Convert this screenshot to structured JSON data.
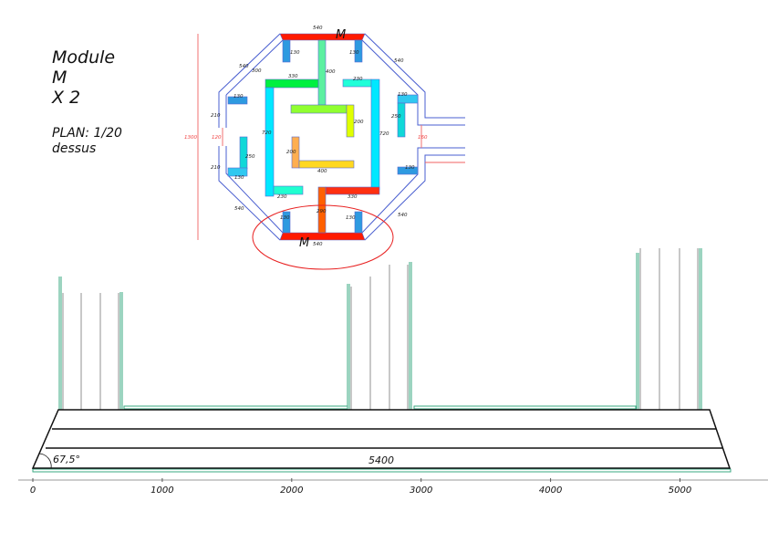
{
  "title": {
    "line1": "Module",
    "line2": "M",
    "line3": "X 2",
    "scale": "PLAN: 1/20",
    "view": "dessus"
  },
  "plan": {
    "module_label_top": "M",
    "module_label_bottom": "M",
    "dims": {
      "top": "540",
      "bottom": "540",
      "diag_tl": "540",
      "diag_tl_inner": "300",
      "diag_tr": "540",
      "diag_bl": "540",
      "diag_br": "540",
      "post_tl": "130",
      "post_tr": "130",
      "post_bl": "130",
      "post_br": "130",
      "center_vertical": "400",
      "green_left": "330",
      "cyan_right_top": "230",
      "yellow": "200",
      "gold": "400",
      "orange": "200",
      "teal_bottom": "230",
      "red_right": "330",
      "red_vertical": "290",
      "cyan_left": "720",
      "cyan_right": "720",
      "left_top": "130",
      "left_210_top": "210",
      "left_210_bottom": "210",
      "left_teal": "250",
      "left_bottom": "130",
      "right_top": "130",
      "right_teal": "250",
      "right_bottom": "130",
      "height_total": "1300",
      "gap_left": "120",
      "gap_right": "160"
    }
  },
  "elevation": {
    "length": "5400",
    "angle": "67,5°"
  },
  "axis": {
    "ticks": [
      0,
      1000,
      2000,
      3000,
      4000,
      5000
    ],
    "labels": [
      "0",
      "1000",
      "2000",
      "3000",
      "4000",
      "5000"
    ]
  },
  "colors": {
    "outline": "#4a5fd0",
    "dim": "#f04040",
    "red": "#ff1a00",
    "green_post": "#3aa882"
  }
}
